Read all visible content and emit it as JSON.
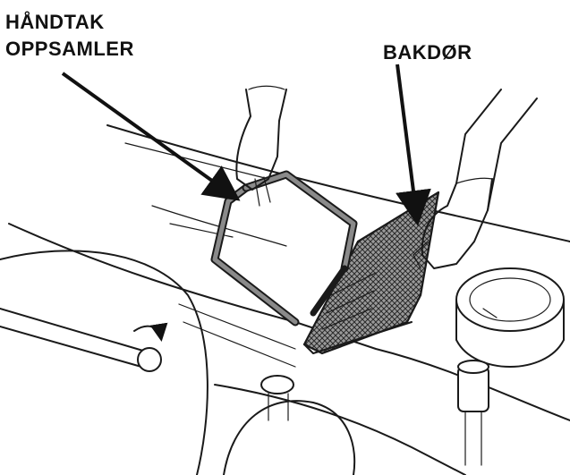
{
  "labels": {
    "handle_line1": "HÅNDTAK",
    "handle_line2": "OPPSAMLER",
    "backdoor": "BAKDØR"
  }
}
